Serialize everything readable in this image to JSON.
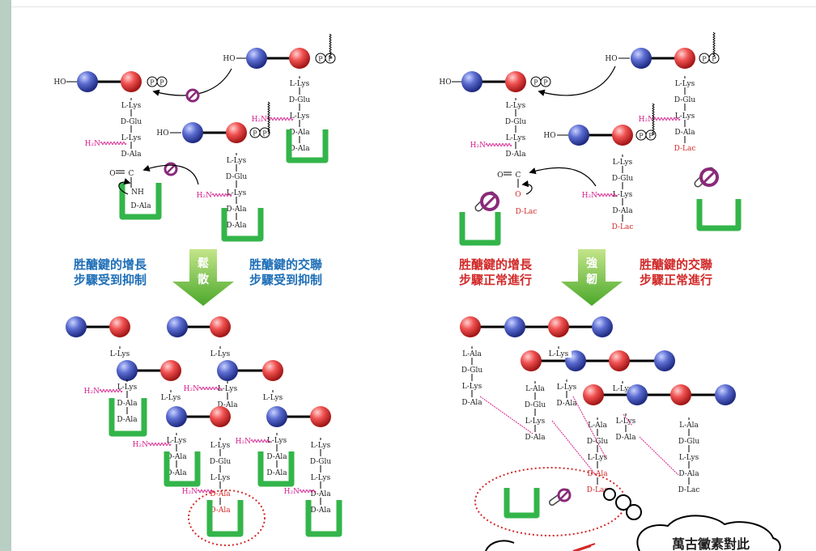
{
  "colors": {
    "blue_sphere": "#3c4fb0",
    "red_sphere": "#e43a3a",
    "green_bracket": "#33b54a",
    "magenta": "#d61f8c",
    "blue_text": "#1f6fb8",
    "red_text": "#d22a2a",
    "inhibitor": "#8a2a7a",
    "bond": "#000000"
  },
  "labels": {
    "llys": "L-Lys",
    "dglu": "D-Glu",
    "dala": "D-Ala",
    "dlac": "D-Lac",
    "lala": "L-Ala",
    "h2n": "H₂N",
    "ho": "HO",
    "p": "P",
    "oc": "O",
    "c": "C",
    "nh": "NH",
    "o_red": "O"
  },
  "left": {
    "caption_left_1": "胜醣鍵的增長",
    "caption_left_2": "步驟受到抑制",
    "caption_right_1": "胜醣鍵的交聯",
    "caption_right_2": "步驟受到抑制",
    "arrow_1": "鬆",
    "arrow_2": "散"
  },
  "right": {
    "caption_left_1": "胜醣鍵的增長",
    "caption_left_2": "步驟正常進行",
    "caption_right_1": "胜醣鍵的交聯",
    "caption_right_2": "步驟正常進行",
    "arrow_1": "強",
    "arrow_2": "韌"
  },
  "bubble": {
    "text": "萬古黴素對此"
  }
}
